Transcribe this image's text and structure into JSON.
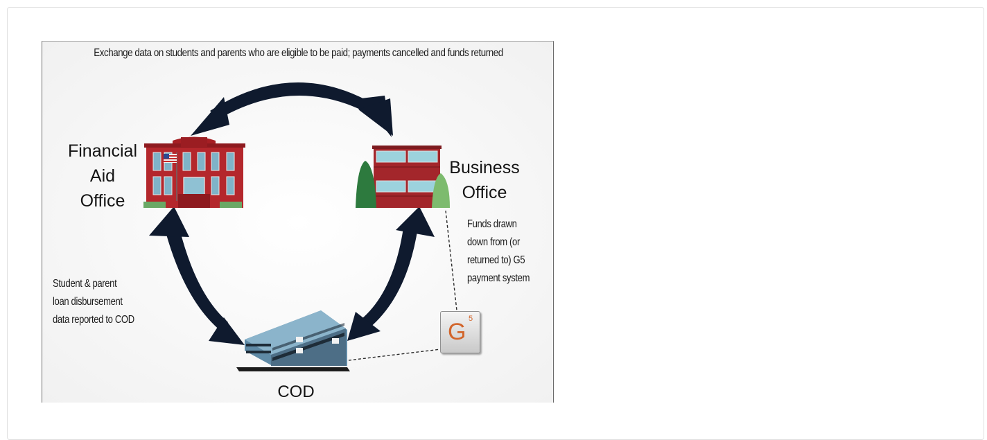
{
  "figure": {
    "top_caption": "Exchange data on students and parents who are eligible to be paid; payments cancelled and funds returned",
    "nodes": {
      "financial_aid_office": [
        "Financial",
        "Aid",
        "Office"
      ],
      "business_office": [
        "Business",
        "Office"
      ],
      "cod": "COD"
    },
    "notes": {
      "left": [
        "Student & parent",
        "loan disbursement",
        "data reported to COD"
      ],
      "right": [
        "Funds drawn",
        "down from (or",
        "returned to) G5",
        "payment system"
      ]
    },
    "g5_logo": {
      "letter": "G",
      "superscript": "5",
      "color": "#d2652b"
    },
    "colors": {
      "arrow": "#0f1a2e",
      "school_brick": "#b4272c",
      "business_brick": "#a3262b",
      "cod_building": "#5f8aa6"
    }
  }
}
